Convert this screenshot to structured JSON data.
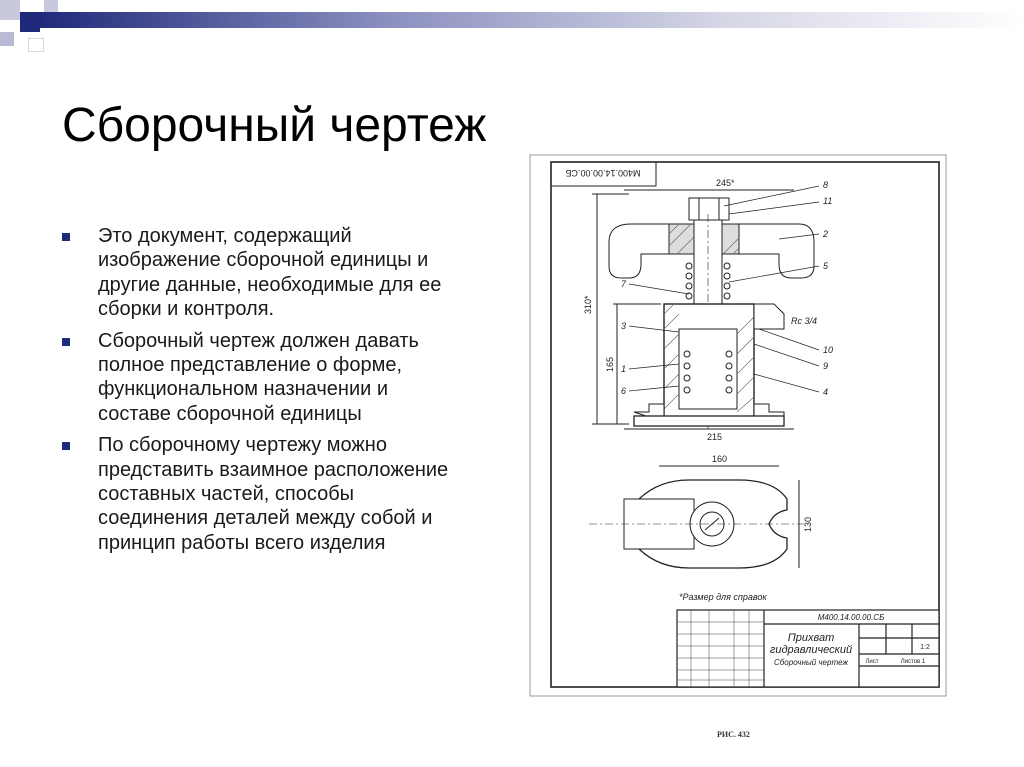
{
  "slide": {
    "title": "Сборочный чертеж",
    "bullets": [
      {
        "text": "Это документ, содержащий изображение сборочной единицы и другие данные, необходимые для ее сборки и контроля."
      },
      {
        "text": "Сборочный чертеж должен давать полное представление о форме, функциональном назначении и составе сборочной единицы"
      },
      {
        "text": "По сборочному чертежу можно представить взаимное расположение составных частей, способы соединения деталей между собой и принцип работы всего изделия"
      }
    ],
    "accent_color": "#1f2a7a"
  },
  "drawing": {
    "corner_code": "М400.14.00.00.СБ",
    "dimensions": {
      "top_width": "245*",
      "height_total": "310*",
      "height_lower": "165",
      "base_width": "215",
      "plan_width": "160",
      "plan_height": "130"
    },
    "thread_label": "Rc 3/4",
    "leader_numbers_right": [
      "8",
      "11",
      "2",
      "5",
      "10",
      "9",
      "4"
    ],
    "leader_numbers_left": [
      "7",
      "3",
      "1",
      "6"
    ],
    "note": "*Размер для справок",
    "title_block": {
      "code": "М400.14.00.00.СБ",
      "name_line1": "Прихват",
      "name_line2": "гидравлический",
      "name_line3": "Сборочный чертеж",
      "scale": "1:2",
      "sheet": "Лист",
      "sheets": "Листов 1"
    },
    "caption": "РИС. 432"
  }
}
